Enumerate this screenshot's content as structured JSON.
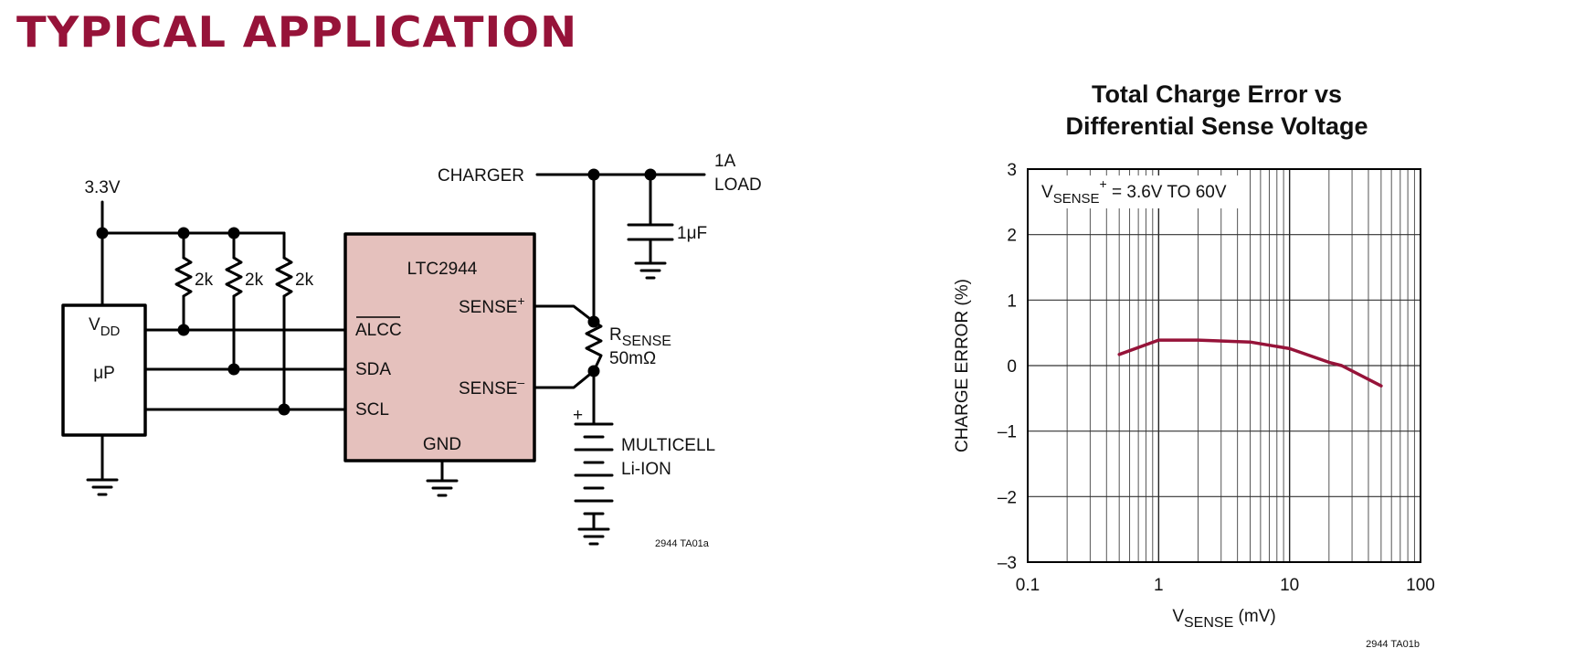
{
  "header": {
    "title": "TYPICAL APPLICATION"
  },
  "colors": {
    "brand": "#961339",
    "ic_fill": "#e5c1bd",
    "curve": "#961339"
  },
  "schematic": {
    "supply": "3.3V",
    "resistor_label": "2k",
    "up_vdd_main": "V",
    "up_vdd_sub": "DD",
    "up_label": "μP",
    "ic_name": "LTC2944",
    "pin_alcc": "ALCC",
    "pin_sda": "SDA",
    "pin_scl": "SCL",
    "pin_gnd": "GND",
    "pin_sense_plus": "SENSE",
    "pin_sense_plus_sup": "+",
    "pin_sense_minus": "SENSE",
    "pin_sense_minus_sup": "–",
    "charger": "CHARGER",
    "load_line1": "1A",
    "load_line2": "LOAD",
    "cap": "1μF",
    "rsense_main": "R",
    "rsense_sub": "SENSE",
    "rsense_value": "50mΩ",
    "battery_plus": "+",
    "battery_line1": "MULTICELL",
    "battery_line2": "Li-ION",
    "figure_code": "2944 TA01a"
  },
  "chart_data": {
    "type": "line",
    "title": "Total Charge Error vs",
    "subtitle": "Differential Sense Voltage",
    "xlabel_main": "V",
    "xlabel_sub": "SENSE",
    "xlabel_unit": " (mV)",
    "ylabel": "CHARGE ERROR (%)",
    "annotation_main": "V",
    "annotation_sub": "SENSE",
    "annotation_sup": "+",
    "annotation_rest": " = 3.6V TO 60V",
    "x_scale": "log",
    "xlim": [
      0.1,
      100
    ],
    "ylim": [
      -3,
      3
    ],
    "x_ticks": [
      0.1,
      1,
      10,
      100
    ],
    "x_tick_labels": [
      "0.1",
      "1",
      "10",
      "100"
    ],
    "y_ticks": [
      3,
      2,
      1,
      0,
      -1,
      -2,
      -3
    ],
    "y_tick_labels": [
      "3",
      "2",
      "1",
      "0",
      "–1",
      "–2",
      "–3"
    ],
    "grid": true,
    "series": [
      {
        "x": [
          0.5,
          1,
          2,
          5,
          10,
          20,
          25,
          50
        ],
        "y": [
          0.17,
          0.39,
          0.39,
          0.36,
          0.26,
          0.05,
          0.0,
          -0.31
        ]
      }
    ],
    "figure_code": "2944 TA01b"
  }
}
